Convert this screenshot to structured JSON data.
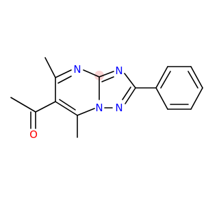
{
  "molecule": {
    "colors": {
      "bond": "#000000",
      "nitrogen": "#0000ff",
      "oxygen": "#ff0000",
      "highlight": "#f4a0a0"
    },
    "atoms": {
      "n_pyrimidine": "N",
      "n_triazole_top": "N",
      "n_bridgehead": "N",
      "n_triazole_bottom": "N",
      "o_carbonyl": "O"
    }
  }
}
